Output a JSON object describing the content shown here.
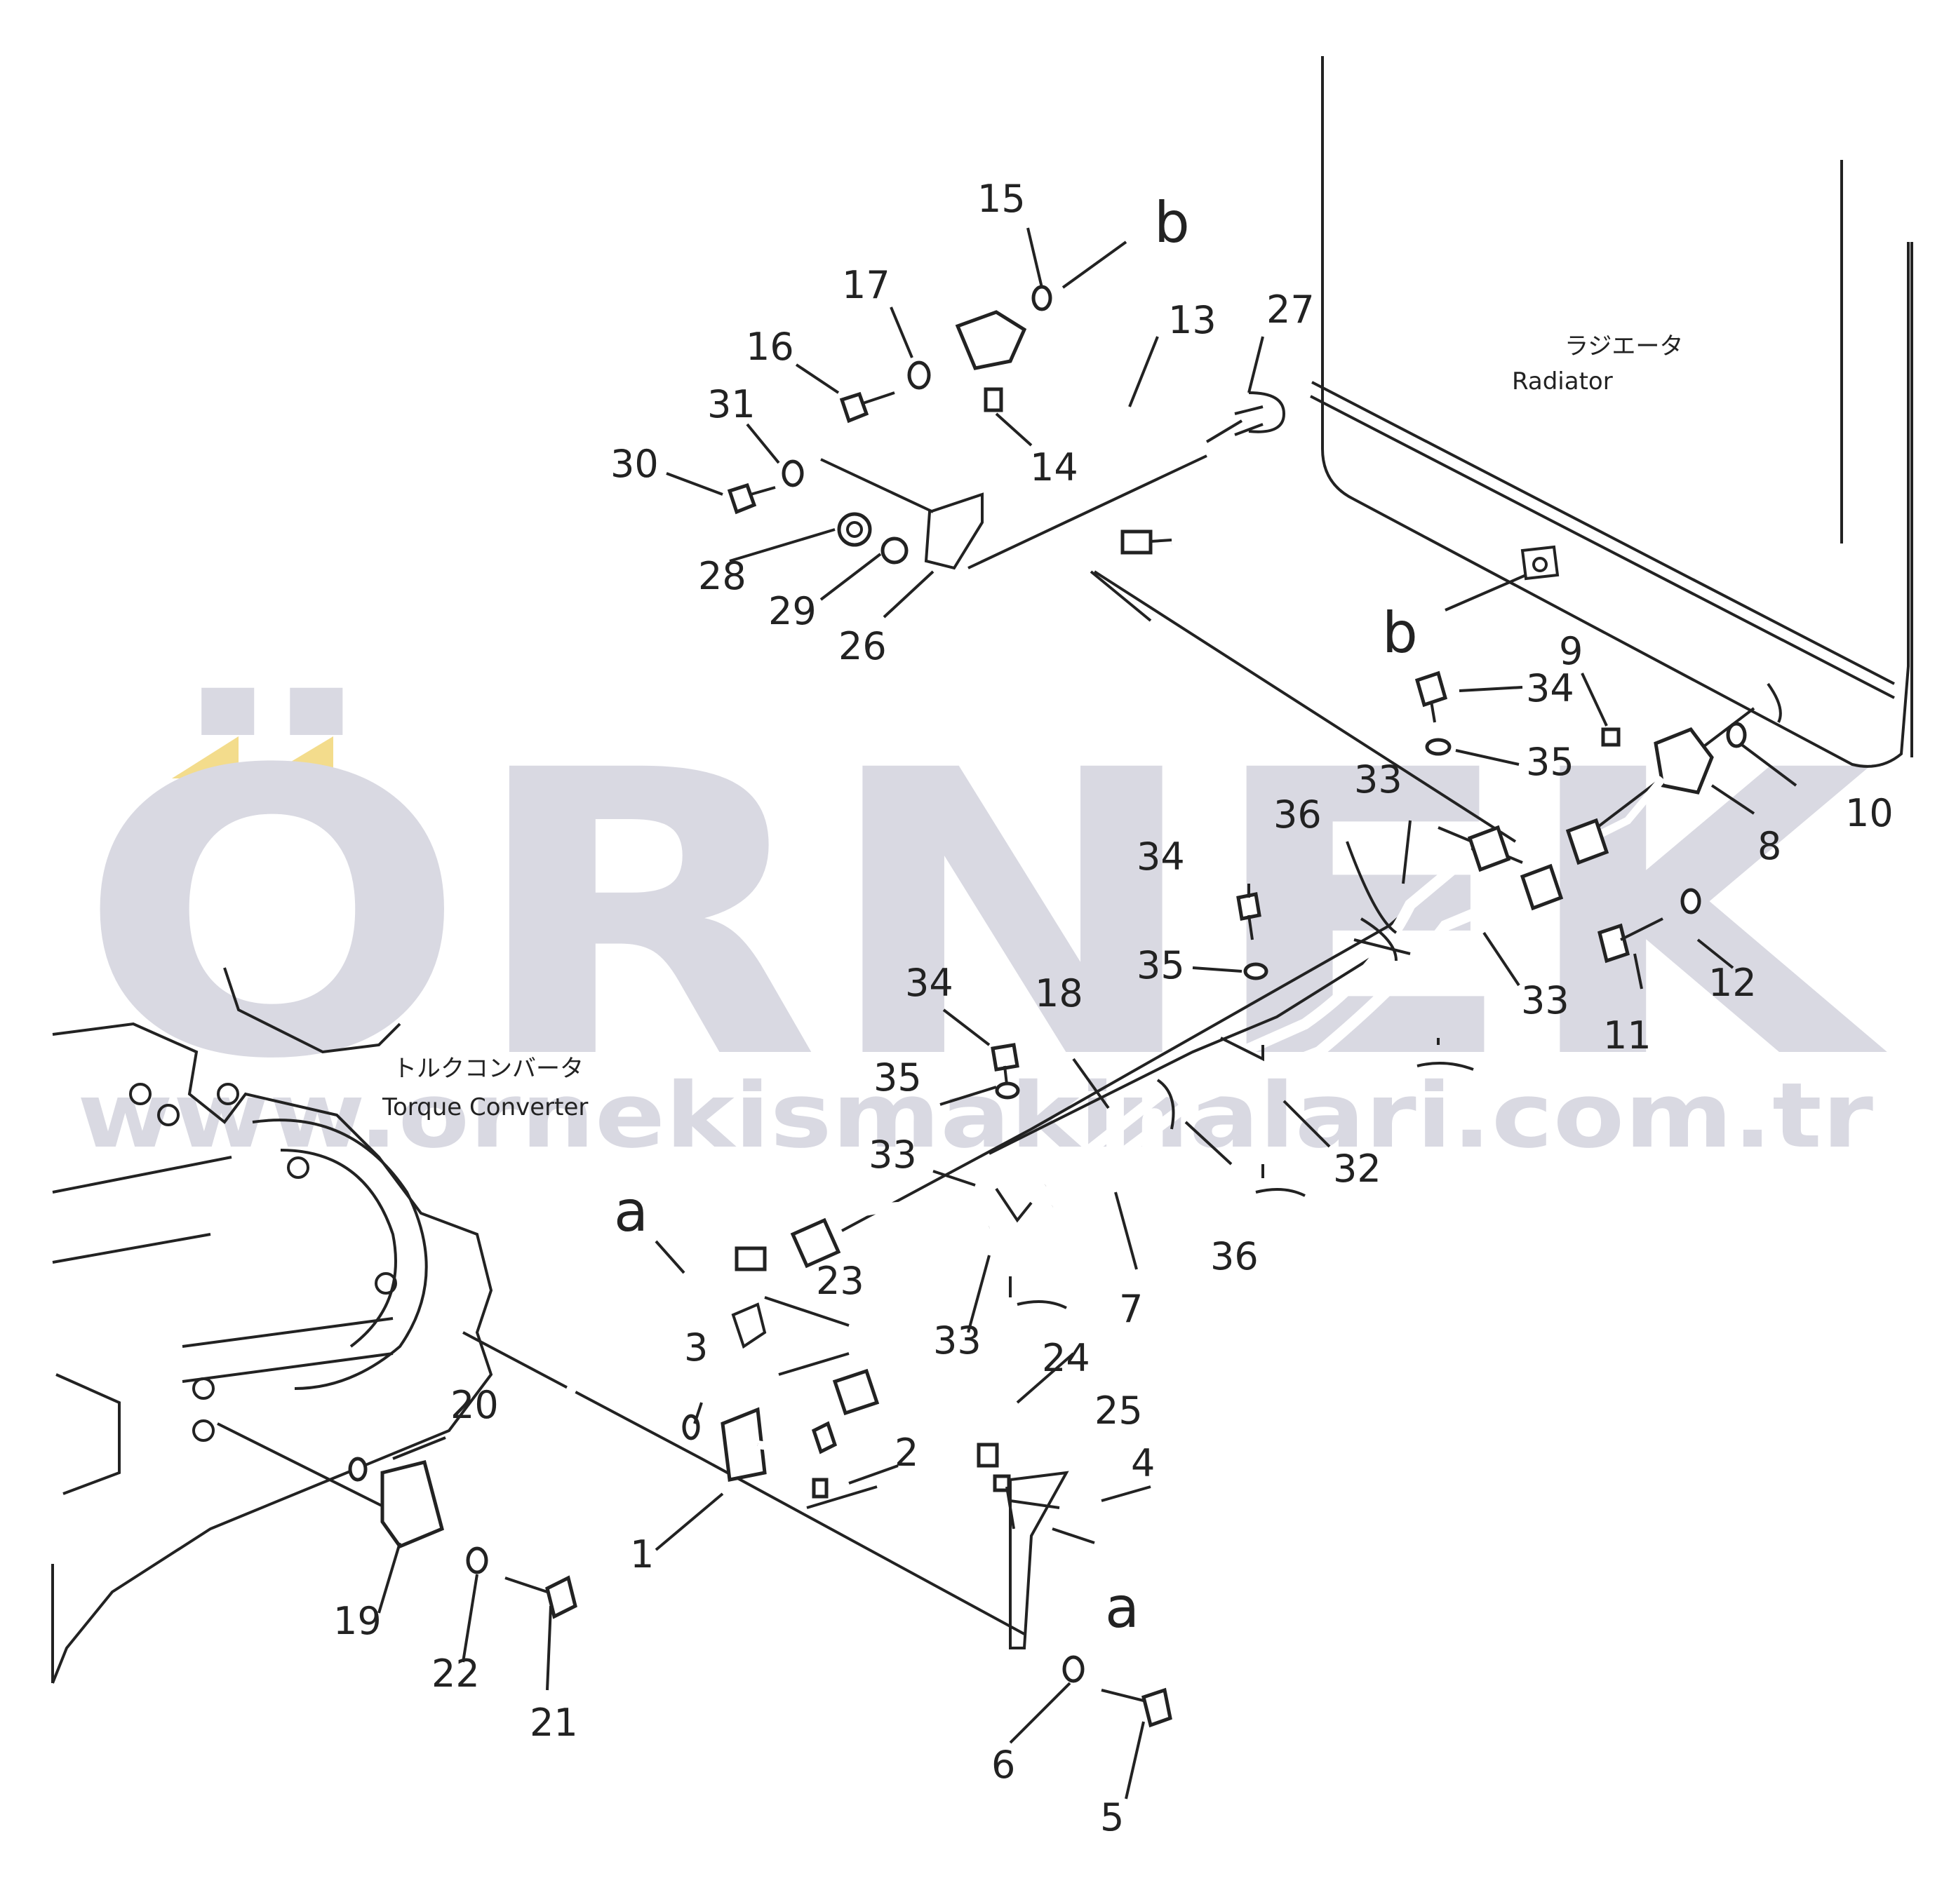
{
  "watermark": {
    "brand": "ÖRNEK",
    "url": "www.ornekismakinalari.com.tr"
  },
  "components": {
    "radiator_jp": "ラジエータ",
    "radiator_en": "Radiator",
    "torque_converter_jp": "トルクコンバータ",
    "torque_converter_en": "Torque Converter"
  },
  "refs": {
    "a1": "a",
    "a2": "a",
    "b1": "b",
    "b2": "b"
  },
  "callouts": {
    "c1": "1",
    "c2": "2",
    "c3": "3",
    "c4": "4",
    "c5": "5",
    "c6": "6",
    "c7": "7",
    "c8": "8",
    "c9": "9",
    "c10": "10",
    "c11": "11",
    "c12": "12",
    "c13": "13",
    "c14": "14",
    "c15": "15",
    "c16": "16",
    "c17": "17",
    "c18": "18",
    "c19": "19",
    "c20": "20",
    "c21": "21",
    "c22": "22",
    "c23": "23",
    "c24": "24",
    "c25": "25",
    "c26": "26",
    "c27": "27",
    "c28": "28",
    "c29": "29",
    "c30": "30",
    "c31": "31",
    "c32": "32",
    "c33a": "33",
    "c33b": "33",
    "c33c": "33",
    "c33d": "33",
    "c34a": "34",
    "c34b": "34",
    "c34c": "34",
    "c35a": "35",
    "c35b": "35",
    "c35c": "35",
    "c36a": "36",
    "c36b": "36"
  }
}
